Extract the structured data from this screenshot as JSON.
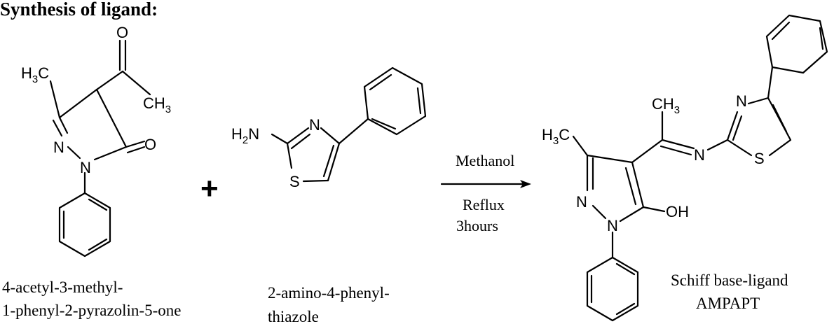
{
  "title": "Synthesis of ligand:",
  "reaction": {
    "plus": "+",
    "conditions": {
      "solvent": "Methanol",
      "mode": "Reflux",
      "time": "3hours"
    }
  },
  "reactant1": {
    "caption_line1": "4-acetyl-3-methyl-",
    "caption_line2": "1-phenyl-2-pyrazolin-5-one",
    "atoms": {
      "me_c": "H",
      "me_sub": "3",
      "me_c2": "C",
      "o_acetyl": "O",
      "ch3_c": "CH",
      "ch3_sub": "3",
      "n1": "N",
      "n2": "N",
      "o_keto": "O"
    }
  },
  "reactant2": {
    "caption_line1": "2-amino-4-phenyl-",
    "caption_line2": "thiazole",
    "atoms": {
      "h2n_h": "H",
      "h2n_sub": "2",
      "h2n_n": "N",
      "n_ring": "N",
      "s_ring": "S"
    }
  },
  "product": {
    "caption_line1": "Schiff base-ligand",
    "caption_line2": "AMPAPT",
    "atoms": {
      "me_h": "H",
      "me_sub": "3",
      "me_c": "C",
      "ch3": "CH",
      "ch3_sub": "3",
      "n_imine": "N",
      "n_thz": "N",
      "s_thz": "S",
      "n1": "N",
      "n2": "N",
      "oh": "OH"
    }
  }
}
